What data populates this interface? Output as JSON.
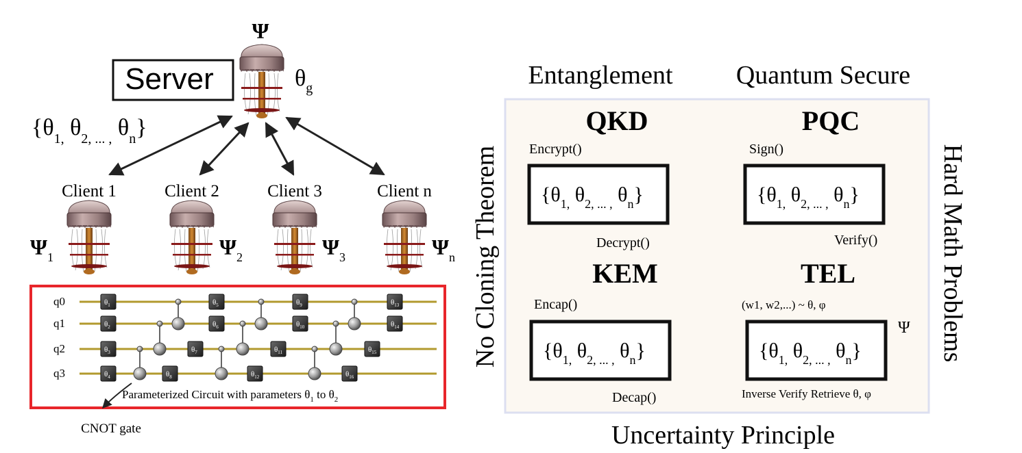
{
  "server": {
    "label": "Server",
    "state": "Ψ",
    "theta": "θ",
    "theta_sub": "g",
    "params": {
      "t1": "{θ",
      "s1": "1,",
      "t2": " θ",
      "s2": "2, ... ,",
      "t3": " θ",
      "s3": "n",
      "close": "}"
    }
  },
  "clients": [
    {
      "label": "Client 1",
      "psi": "Ψ",
      "sub": "1"
    },
    {
      "label": "Client 2",
      "psi": "Ψ",
      "sub": "2"
    },
    {
      "label": "Client 3",
      "psi": "Ψ",
      "sub": "3"
    },
    {
      "label": "Client n",
      "psi": "Ψ",
      "sub": "n"
    }
  ],
  "circuit": {
    "qubits": [
      "q0",
      "q1",
      "q2",
      "q3"
    ],
    "gates": [
      "1",
      "2",
      "3",
      "4",
      "5",
      "6",
      "7",
      "8",
      "9",
      "10",
      "11",
      "12",
      "13",
      "14",
      "15",
      "16"
    ],
    "caption": {
      "a": "Parameterized Circuit with parameters θ",
      "s1": "1",
      "b": " to θ",
      "s2": "2"
    },
    "cnot_label": "CNOT gate",
    "colors": {
      "border": "#e8262b",
      "wire": "#b29a2e"
    }
  },
  "security": {
    "top_left": "Entanglement",
    "top_right": "Quantum Secure",
    "left": "No Cloning Theorem",
    "right": "Hard Math Problems",
    "bottom": "Uncertainty Principle",
    "panel_fill": "#fcf8f2",
    "quadrants": [
      {
        "title": "QKD",
        "top_label": "Encrypt()",
        "bottom_label": "Decrypt()"
      },
      {
        "title": "PQC",
        "top_label": "Sign()",
        "bottom_label": "Verify()"
      },
      {
        "title": "KEM",
        "top_label": "Encap()",
        "bottom_label": "Decap()"
      },
      {
        "title": "TEL",
        "top_label": "(w1, w2,...) ~ θ, φ",
        "bottom_label": "Inverse Verify Retrieve θ, φ",
        "psi": "Ψ"
      }
    ],
    "box_params": {
      "t1": "{θ",
      "s1": "1,",
      "t2": " θ",
      "s2": "2, ... ,",
      "t3": " θ",
      "s3": "n",
      "close": "}"
    }
  }
}
